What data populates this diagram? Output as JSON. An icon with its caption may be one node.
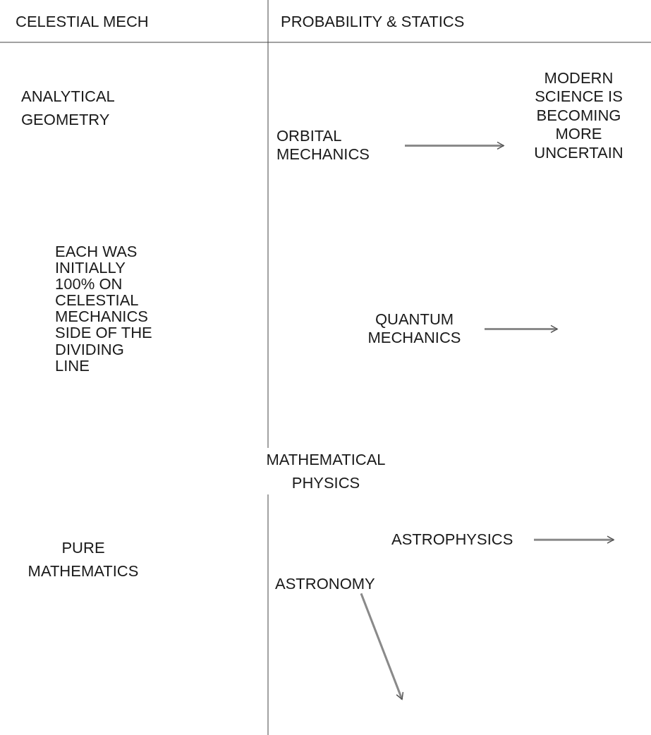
{
  "diagram": {
    "nodes": [
      {
        "text": [
          "ORBITAL MECHANICS"
        ]
      },
      {
        "text": [
          "MODERN SCIENCE IS BECOMING MORE UNCERTAIN"
        ]
      },
      {
        "text": [
          "QUANTUM MECHANICS"
        ]
      },
      {
        "text": [
          "ASTROPHYSICS"
        ]
      },
      {
        "text": [
          "ASTRONOMY"
        ]
      }
    ],
    "edges": [
      {
        "from": 0,
        "to": 1,
        "arrow": "to"
      },
      {
        "from": 2,
        "to": null,
        "arrow": "to"
      },
      {
        "from": 3,
        "to": null,
        "arrow": "to"
      },
      {
        "from": 4,
        "to": null,
        "arrow": "to"
      }
    ],
    "labels": [
      "CELESTIAL MECH",
      "PROBABILITY & STATICS",
      "ANALYTICAL GEOMETRY",
      "EACH WAS INITIALLY 100% ON CELESTIAL MECHANICS SIDE OF THE DIVIDING LINE",
      "MATHEMATICAL PHYSICS",
      "PURE MATHEMATICS"
    ]
  }
}
